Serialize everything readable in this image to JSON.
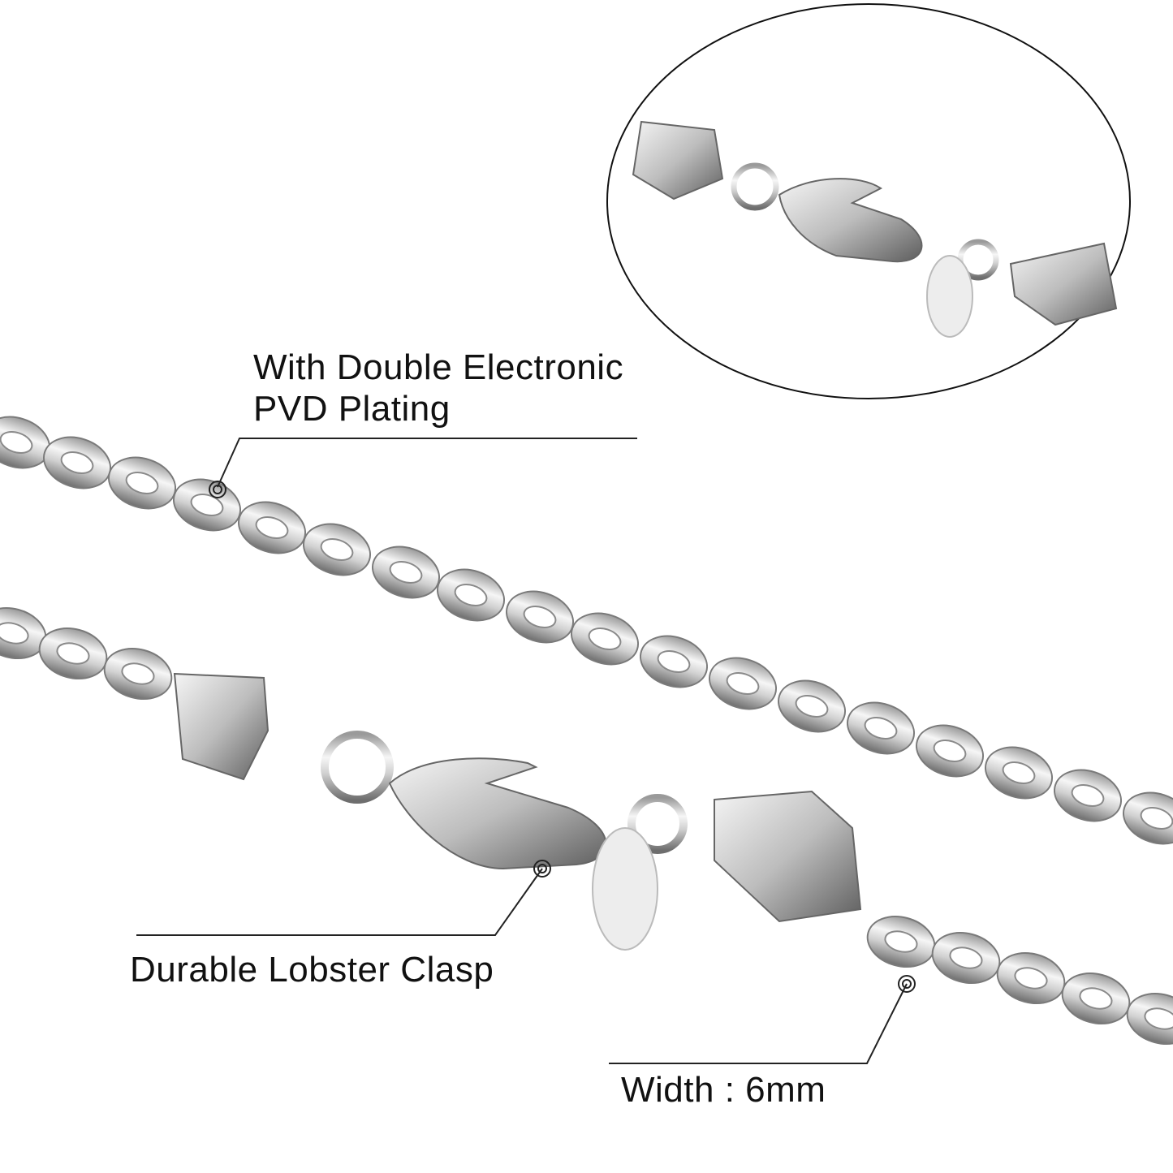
{
  "annotations": {
    "plating_line1": "With Double Electronic",
    "plating_line2": "PVD Plating",
    "clasp": "Durable Lobster Clasp",
    "width": "Width : 6mm"
  },
  "colors": {
    "metal_light": "#f4f4f4",
    "metal_mid": "#c8c8c8",
    "metal_dark": "#6e6e6e",
    "line": "#222222"
  }
}
